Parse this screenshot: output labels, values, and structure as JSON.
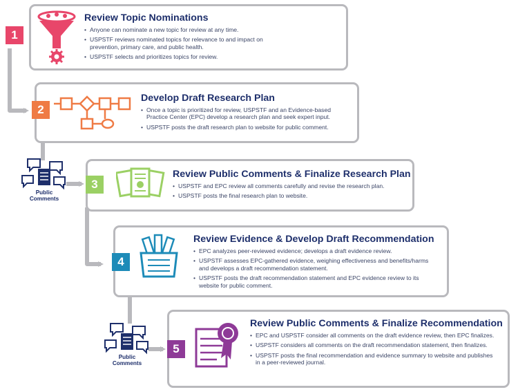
{
  "colors": {
    "step1": "#e8466a",
    "step2": "#ef7b45",
    "step3": "#9bd064",
    "step4": "#1d8bb8",
    "step5": "#8e3a97",
    "navy": "#1e2f6b",
    "connector": "#b9b9bd"
  },
  "steps": [
    {
      "number": "1",
      "title": "Review Topic Nominations",
      "icon": "funnel-gear-icon",
      "bullets": [
        "Anyone can nominate a new topic for review at any time.",
        "USPSTF reviews nominated topics for relevance to and impact on prevention, primary care, and public health.",
        "USPSTF selects and prioritizes topics for review."
      ]
    },
    {
      "number": "2",
      "title": "Develop Draft Research Plan",
      "icon": "flowchart-icon",
      "bullets": [
        "Once a topic is prioritized for review, USPSTF and an Evidence-based Practice Center (EPC) develop a research plan and seek expert input.",
        "USPSTF posts the draft research plan to website for public comment."
      ]
    },
    {
      "number": "3",
      "title": "Review Public Comments & Finalize Research Plan",
      "icon": "documents-icon",
      "bullets": [
        "USPSTF and EPC review all comments carefully and revise the research plan.",
        "USPSTF posts the final research plan to website."
      ]
    },
    {
      "number": "4",
      "title": "Review Evidence & Develop Draft Recommendation",
      "icon": "evidence-box-icon",
      "bullets": [
        "EPC analyzes peer-reviewed evidence; develops a draft evidence review.",
        "USPSTF assesses EPC-gathered evidence, weighing effectiveness and benefits/harms and develops a draft recommendation statement.",
        "USPSTF posts the draft recommendation statement and EPC evidence review to its website for public comment."
      ]
    },
    {
      "number": "5",
      "title": "Review Public Comments & Finalize Recommendation",
      "icon": "certificate-icon",
      "bullets": [
        "EPC and USPSTF consider all comments on the draft evidence review, then EPC finalizes.",
        "USPSTF considers all comments on the draft recommendation statement, then finalizes.",
        "USPSTF posts the final recommendation and evidence summary to website and publishes in a peer-reviewed journal."
      ]
    }
  ],
  "public_comments": [
    {
      "label_line1": "Public",
      "label_line2": "Comments",
      "icon": "chat-bubbles-icon"
    },
    {
      "label_line1": "Public",
      "label_line2": "Comments",
      "icon": "chat-bubbles-icon"
    }
  ]
}
